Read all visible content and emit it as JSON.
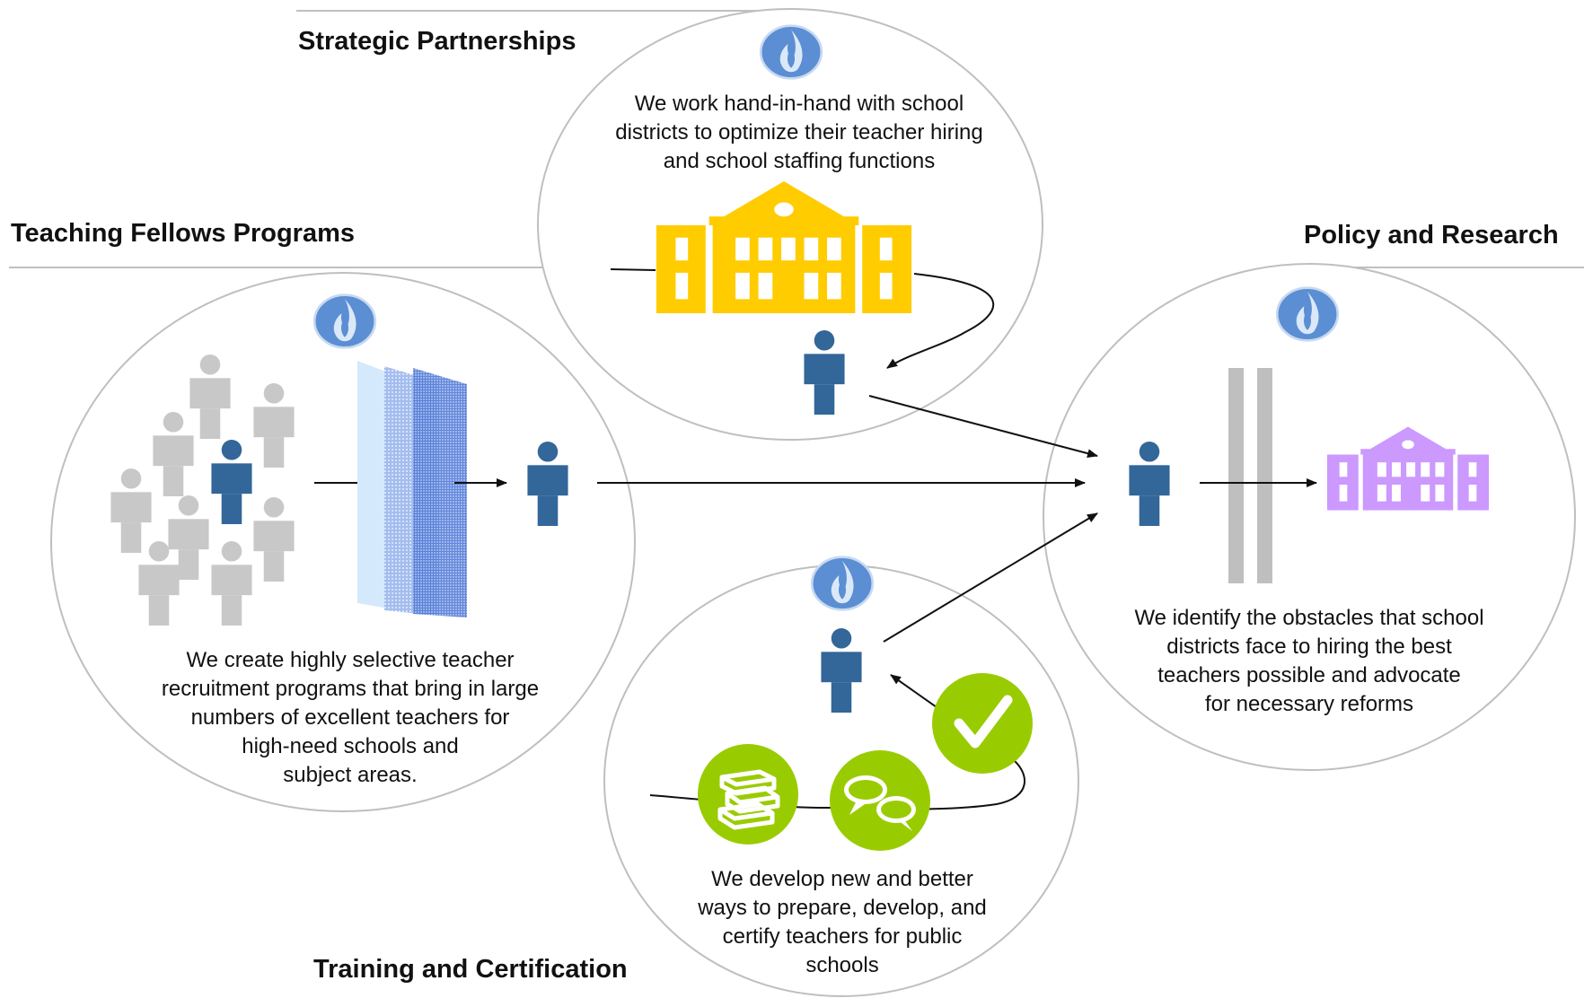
{
  "colors": {
    "figure_blue": "#336699",
    "figure_gray": "#c8c8c8",
    "school_yellow": "#ffcc00",
    "school_purple": "#cc99ff",
    "green_badge": "#99cc00",
    "circle_stroke": "#bfbfbf",
    "barrier_gray": "#bfbfbf",
    "logo_blue": "#5b8ed3"
  },
  "icons": [
    "flame-logo-icon",
    "person-icon",
    "school-building-icon",
    "filter-screen-icon",
    "barrier-bars-icon",
    "books-icon",
    "speech-bubbles-icon",
    "checkmark-icon"
  ],
  "sections": {
    "strategic": {
      "title": "Strategic Partnerships",
      "lines": [
        "We work hand-in-hand with school",
        "districts to optimize their teacher hiring",
        "and school staffing functions"
      ]
    },
    "fellows": {
      "title": "Teaching Fellows Programs",
      "lines": [
        "We create highly selective teacher",
        "recruitment programs that bring in large",
        "numbers of excellent teachers for",
        "high-need schools and",
        "subject areas."
      ]
    },
    "policy": {
      "title": "Policy and Research",
      "lines": [
        "We identify the obstacles that school",
        "districts face to hiring the best",
        "teachers possible and advocate",
        "for necessary reforms"
      ]
    },
    "training": {
      "title": "Training and Certification",
      "lines": [
        "We develop new and better",
        "ways to prepare, develop, and",
        "certify teachers for public",
        "schools"
      ]
    }
  }
}
